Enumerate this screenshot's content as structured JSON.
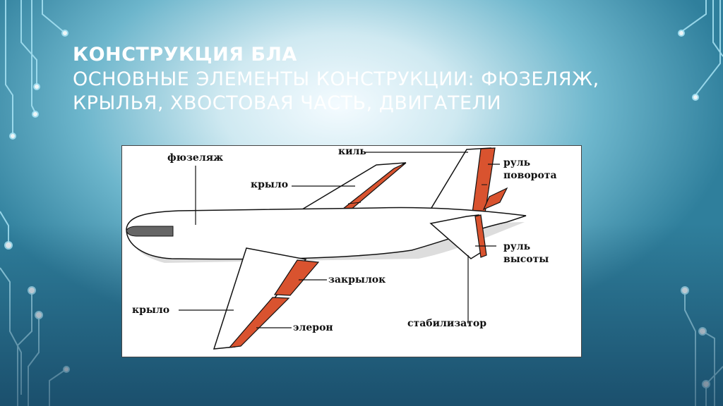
{
  "slide": {
    "title": "КОНСТРУКЦИЯ БЛА",
    "subtitle": "ОСНОВНЫЕ ЭЛЕМЕНТЫ КОНСТРУКЦИИ: ФЮЗЕЛЯЖ, КРЫЛЬЯ, ХВОСТОВАЯ ЧАСТЬ, ДВИГАТЕЛИ"
  },
  "diagram": {
    "labels": {
      "fuselage": "фюзеляж",
      "wing_upper": "крыло",
      "fin": "киль",
      "rudder_line1": "руль",
      "rudder_line2": "поворота",
      "elevator_line1": "руль",
      "elevator_line2": "высоты",
      "flap": "закрылок",
      "wing_lower": "крыло",
      "aileron": "элерон",
      "stabilizer": "стабилизатор"
    },
    "colors": {
      "control_surface": "#d9532f",
      "outline": "#111111",
      "cockpit": "#666666"
    }
  }
}
